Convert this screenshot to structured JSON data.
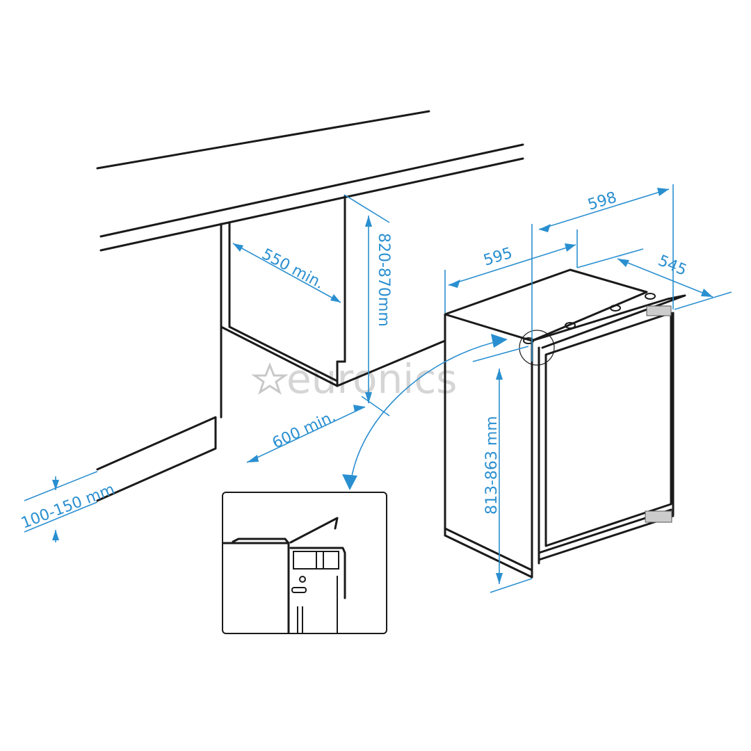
{
  "watermark": "euronics",
  "accent_color": "#2a8fd0",
  "dimensions": {
    "width_outer": "598",
    "width_body": "595",
    "depth": "545",
    "niche_depth": "550 min.",
    "niche_height": "820-870mm",
    "niche_width": "600 min.",
    "plinth_height": "100-150 mm",
    "appliance_height": "813-863 mm"
  }
}
